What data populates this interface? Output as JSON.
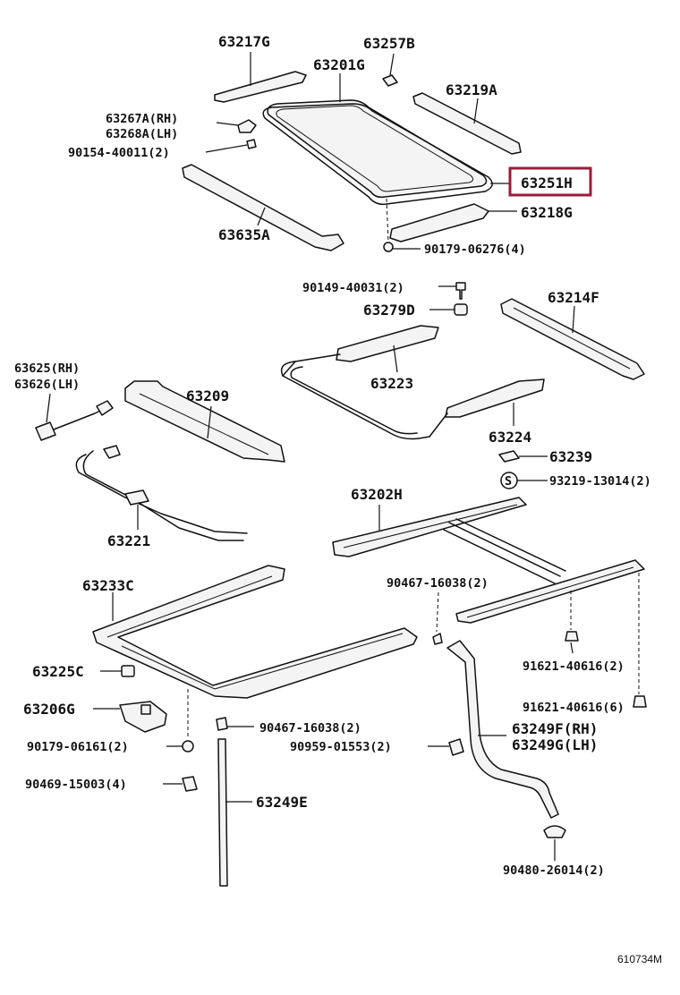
{
  "parts": {
    "p63217G": "63217G",
    "p63257B": "63257B",
    "p63201G": "63201G",
    "p63219A": "63219A",
    "p63267A": "63267A(RH)",
    "p63268A": "63268A(LH)",
    "p90154": "90154-40011(2)",
    "p63251H": "63251H",
    "p63218G": "63218G",
    "p63635A": "63635A",
    "p90179_06276": "90179-06276(4)",
    "p90149": "90149-40031(2)",
    "p63214F": "63214F",
    "p63279D": "63279D",
    "p63625": "63625(RH)",
    "p63626": "63626(LH)",
    "p63209": "63209",
    "p63223": "63223",
    "p63224": "63224",
    "p63239": "63239",
    "p93219": "93219-13014(2)",
    "s_mark": "S",
    "p63202H": "63202H",
    "p63221": "63221",
    "p90467_a": "90467-16038(2)",
    "p63233C": "63233C",
    "p91621_a": "91621-40616(2)",
    "p63225C": "63225C",
    "p91621_b": "91621-40616(6)",
    "p63206G": "63206G",
    "p90467_b": "90467-16038(2)",
    "p63249F": "63249F(RH)",
    "p63249G": "63249G(LH)",
    "p90179_06161": "90179-06161(2)",
    "p90959": "90959-01553(2)",
    "p90469": "90469-15003(4)",
    "p63249E": "63249E",
    "p90480": "90480-26014(2)"
  },
  "diagram_ref": "610734M",
  "highlight_color": "#9b1b3a"
}
